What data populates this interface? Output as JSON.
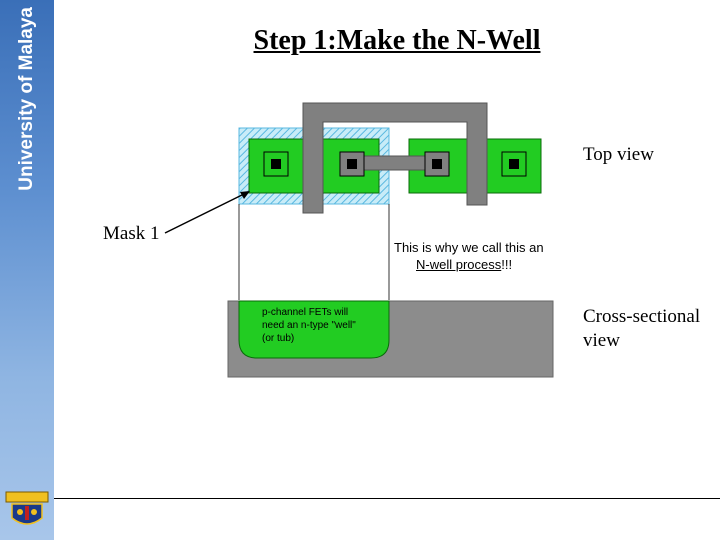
{
  "sidebar": {
    "university_name": "University of Malaya"
  },
  "slide": {
    "title": "Step 1:Make the N-Well",
    "labels": {
      "top_view": "Top view",
      "mask": "Mask 1",
      "cross_section_line1": "Cross-sectional",
      "cross_section_line2": "view"
    },
    "callout": {
      "line1": "This is why we call this an",
      "line2_underlined": "N-well process",
      "line2_suffix": "!!!"
    },
    "well_note": {
      "line1": "p-channel FETs will",
      "line2": "need an n-type \"well\"",
      "line3": "(or tub)"
    }
  },
  "colors": {
    "active_green": "#22cc22",
    "poly_gray": "#808080",
    "nwell_hatch": "#7fd4f0",
    "substrate_gray": "#8c8c8c"
  }
}
